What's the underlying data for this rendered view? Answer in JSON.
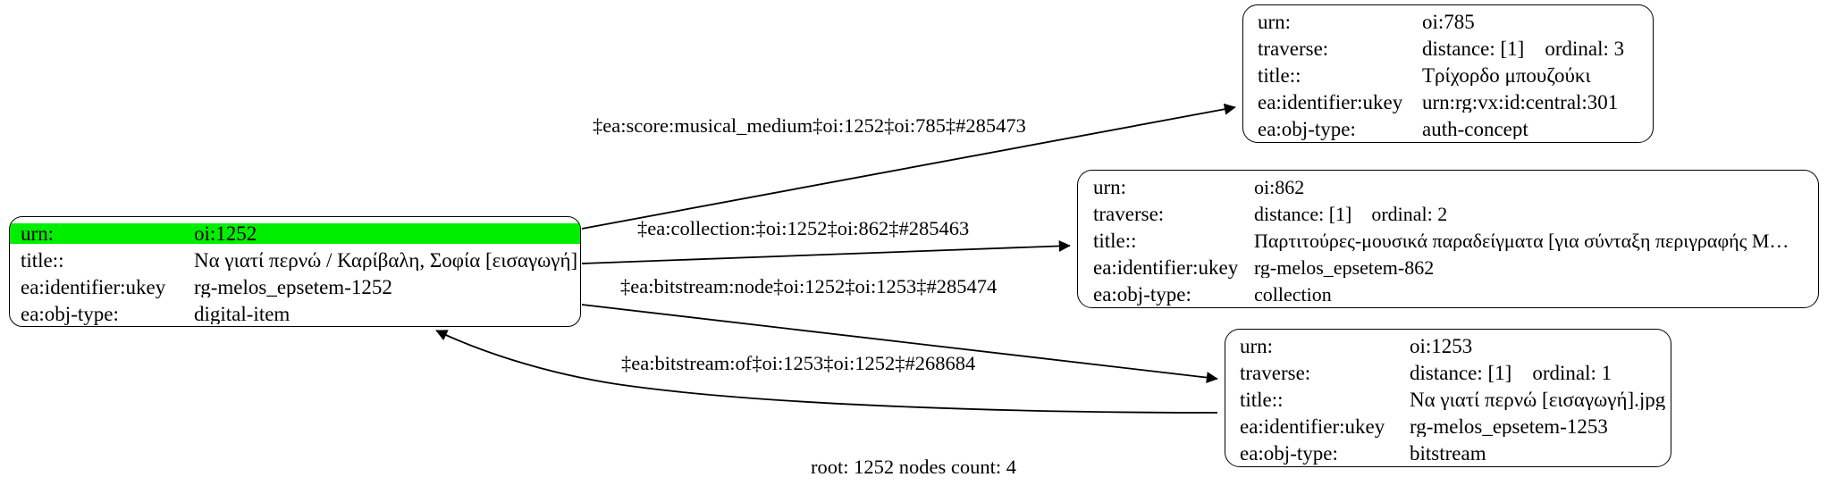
{
  "graph": {
    "caption": "root: 1252 nodes count: 4",
    "highlight_color": "#00ee00",
    "nodes": [
      {
        "id": "oi1252",
        "rows": [
          {
            "key": "urn:",
            "value": "oi:1252",
            "highlight": true
          },
          {
            "key": "title::",
            "value": "Να γιατί περνώ / Καρίβαλη, Σοφία [εισαγωγή]",
            "highlight": false
          },
          {
            "key": "ea:identifier:ukey",
            "value": "rg-melos_epsetem-1252",
            "highlight": false
          },
          {
            "key": "ea:obj-type:",
            "value": "digital-item",
            "highlight": false
          }
        ]
      },
      {
        "id": "oi785",
        "rows": [
          {
            "key": "urn:",
            "value": "oi:785",
            "highlight": false
          },
          {
            "key": "traverse:",
            "value": "distance: [1]    ordinal: 3",
            "highlight": false
          },
          {
            "key": "title::",
            "value": "Τρίχορδο μπουζούκι",
            "highlight": false
          },
          {
            "key": "ea:identifier:ukey",
            "value": "urn:rg:vx:id:central:301",
            "highlight": false
          },
          {
            "key": "ea:obj-type:",
            "value": "auth-concept",
            "highlight": false
          }
        ]
      },
      {
        "id": "oi862",
        "rows": [
          {
            "key": "urn:",
            "value": "oi:862",
            "highlight": false
          },
          {
            "key": "traverse:",
            "value": "distance: [1]    ordinal: 2",
            "highlight": false
          },
          {
            "key": "title::",
            "value": "Παρτιτούρες-μουσικά παραδείγματα [για σύνταξη περιγραφής Μ…",
            "highlight": false
          },
          {
            "key": "ea:identifier:ukey",
            "value": "rg-melos_epsetem-862",
            "highlight": false
          },
          {
            "key": "ea:obj-type:",
            "value": "collection",
            "highlight": false
          }
        ]
      },
      {
        "id": "oi1253",
        "rows": [
          {
            "key": "urn:",
            "value": "oi:1253",
            "highlight": false
          },
          {
            "key": "traverse:",
            "value": "distance: [1]    ordinal: 1",
            "highlight": false
          },
          {
            "key": "title::",
            "value": "Να γιατί περνώ [εισαγωγή].jpg",
            "highlight": false
          },
          {
            "key": "ea:identifier:ukey",
            "value": "rg-melos_epsetem-1253",
            "highlight": false
          },
          {
            "key": "ea:obj-type:",
            "value": "bitstream",
            "highlight": false
          }
        ]
      }
    ],
    "edges": [
      {
        "id": "musical-medium",
        "label": "‡ea:score:musical_medium‡oi:1252‡oi:785‡#285473",
        "from": "oi1252",
        "to": "oi785"
      },
      {
        "id": "collection",
        "label": "‡ea:collection:‡oi:1252‡oi:862‡#285463",
        "from": "oi1252",
        "to": "oi862"
      },
      {
        "id": "bitstream-node",
        "label": "‡ea:bitstream:node‡oi:1252‡oi:1253‡#285474",
        "from": "oi1252",
        "to": "oi1253"
      },
      {
        "id": "bitstream-of",
        "label": "‡ea:bitstream:of‡oi:1253‡oi:1252‡#268684",
        "from": "oi1253",
        "to": "oi1252"
      }
    ]
  }
}
